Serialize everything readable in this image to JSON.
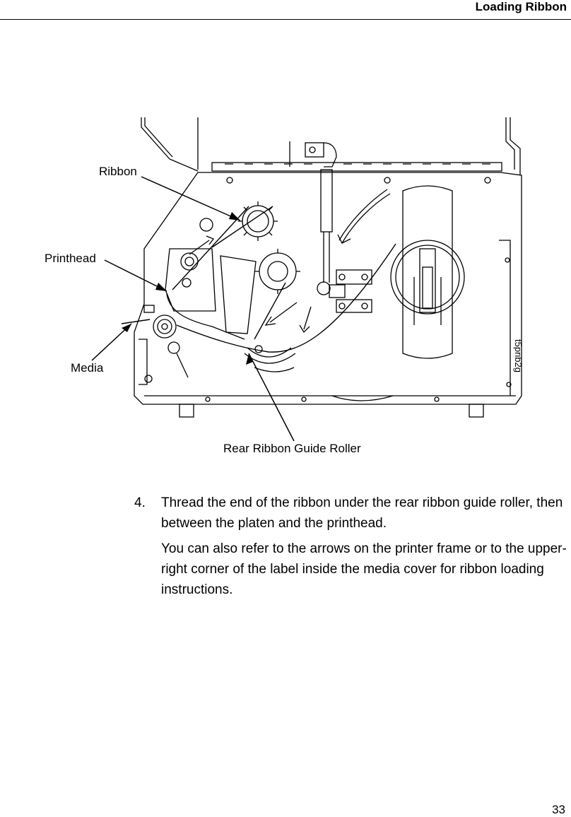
{
  "header": {
    "title": "Loading Ribbon"
  },
  "figure": {
    "callouts": {
      "ribbon": "Ribbon",
      "printhead": "Printhead",
      "media": "Media",
      "rear_roller": "Rear Ribbon Guide Roller"
    },
    "figure_id": "t5prib2g"
  },
  "step": {
    "number": "4.",
    "text": "Thread the end of the ribbon under the rear ribbon guide roller, then between the platen and the printhead.",
    "note": "You can also refer to the arrows on the printer frame or to the upper-right corner of the label inside the media cover for ribbon loading instructions."
  },
  "footer": {
    "page_number": "33"
  }
}
